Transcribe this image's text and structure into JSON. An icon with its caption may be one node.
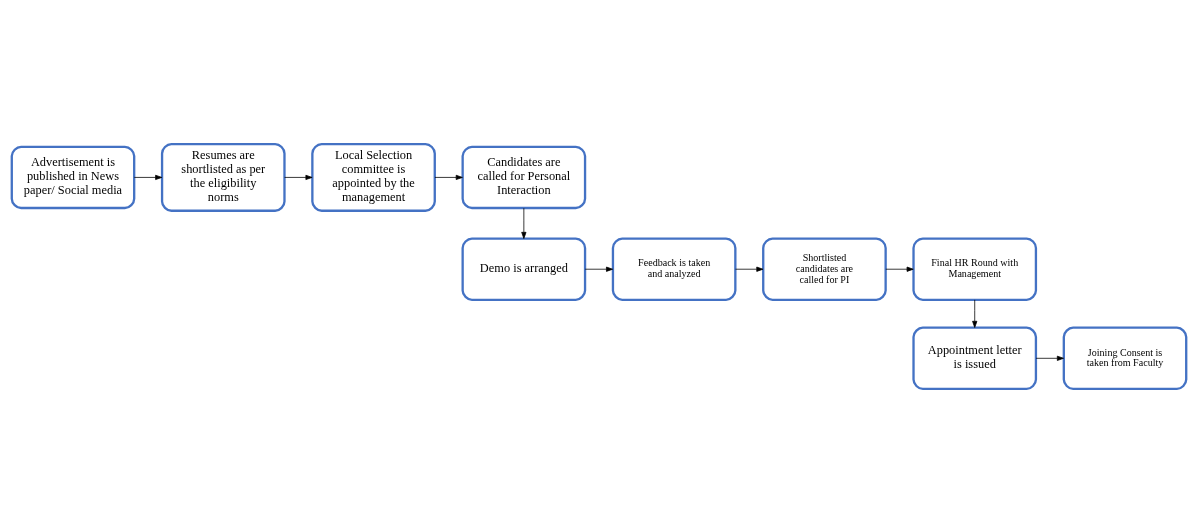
{
  "diagram": {
    "nodes": [
      {
        "text": [
          "Advertisement is published in News paper/ Social media"
        ]
      },
      {
        "text": [
          "Resumes are shortlisted as per the eligibility norms"
        ]
      },
      {
        "text": [
          "Local Selection committee is appointed by the management"
        ]
      },
      {
        "text": [
          "Candidates are called for Personal Interaction"
        ]
      },
      {
        "text": [
          "Demo is arranged"
        ]
      },
      {
        "text": [
          "Feedback is taken and analyzed"
        ]
      },
      {
        "text": [
          "Shortlisted candidates are called for PI"
        ]
      },
      {
        "text": [
          "Final HR Round with Management"
        ]
      },
      {
        "text": [
          "Appointment letter is issued"
        ]
      },
      {
        "text": [
          "Joining Consent is taken from Faculty"
        ]
      }
    ],
    "edges": [
      {
        "from": 0,
        "to": 1,
        "arrow": "to"
      },
      {
        "from": 1,
        "to": 2,
        "arrow": "to"
      },
      {
        "from": 2,
        "to": 3,
        "arrow": "to"
      },
      {
        "from": 3,
        "to": 4,
        "arrow": "to"
      },
      {
        "from": 4,
        "to": 5,
        "arrow": "to"
      },
      {
        "from": 5,
        "to": 6,
        "arrow": "to"
      },
      {
        "from": 6,
        "to": 7,
        "arrow": "to"
      },
      {
        "from": 7,
        "to": 8,
        "arrow": "to"
      },
      {
        "from": 8,
        "to": 9,
        "arrow": "to"
      }
    ]
  }
}
